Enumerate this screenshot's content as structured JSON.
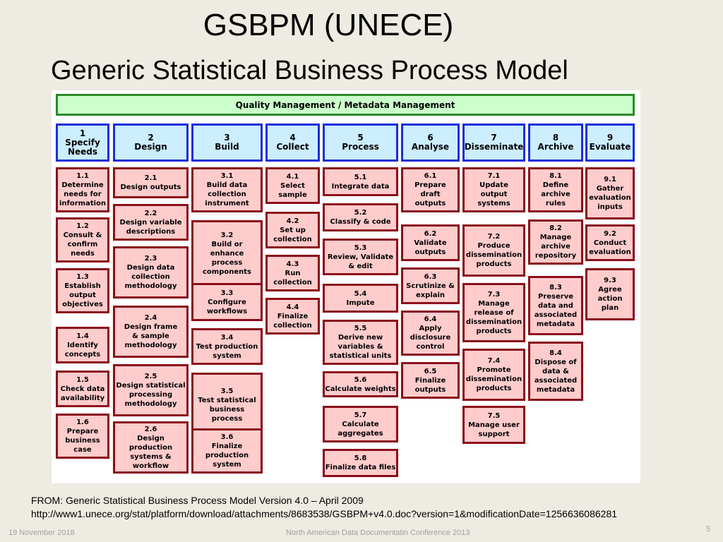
{
  "slide": {
    "title": "GSBPM  (UNECE)",
    "subtitle": "Generic Statistical Business Process Model",
    "source_line1": "FROM: Generic Statistical Business Process Model  Version 4.0 – April 2009",
    "source_line2": "http://www1.unece.org/stat/platform/download/attachments/8683538/GSBPM+v4.0.doc?version=1&modificationDate=1256636086281",
    "footer_date": "19 November 2018",
    "footer_conference": "North American Data Documentatin Conference 2013",
    "page_number": "5"
  },
  "diagram": {
    "overarching": "Quality Management / Metadata Management",
    "colors": {
      "overarching_fill": "#ccffcc",
      "overarching_border": "#2a8a2a",
      "phase_fill": "#cceeff",
      "phase_border": "#1a2edc",
      "sub_fill": "#ffcccc",
      "sub_border": "#8b0d1a"
    },
    "phases": [
      {
        "lines": [
          "1",
          "Specify",
          "Needs"
        ],
        "subs": [
          [
            "1.1",
            "Determine",
            "needs for",
            "information"
          ],
          [
            "1.2",
            "Consult &",
            "confirm",
            "needs"
          ],
          [
            "1.3",
            "Establish",
            "output",
            "objectives"
          ],
          [
            "1.4",
            "Identify",
            "concepts"
          ],
          [
            "1.5",
            "Check data",
            "availability"
          ],
          [
            "1.6",
            "Prepare",
            "business",
            "case"
          ]
        ]
      },
      {
        "lines": [
          "2",
          "Design"
        ],
        "subs": [
          [
            "2.1",
            "Design outputs"
          ],
          [
            "2.2",
            "Design variable",
            "descriptions"
          ],
          [
            "2.3",
            "Design data",
            "collection",
            "methodology"
          ],
          [
            "2.4",
            "Design frame",
            "& sample",
            "methodology"
          ],
          [
            "2.5",
            "Design statistical",
            "processing",
            "methodology"
          ],
          [
            "2.6",
            "Design",
            "production",
            "systems &",
            "workflow"
          ]
        ]
      },
      {
        "lines": [
          "3",
          "Build"
        ],
        "subs": [
          [
            "3.1",
            "Build data",
            "collection",
            "instrument"
          ],
          [
            "3.2",
            "Build or",
            "enhance",
            "process",
            "components"
          ],
          [
            "3.3",
            "Configure",
            "workflows"
          ],
          [
            "3.4",
            "Test production",
            "system"
          ],
          [
            "3.5",
            "Test statistical",
            "business",
            "process"
          ],
          [
            "3.6",
            "Finalize",
            "production",
            "system"
          ]
        ]
      },
      {
        "lines": [
          "4",
          "Collect"
        ],
        "subs": [
          [
            "4.1",
            "Select",
            "sample"
          ],
          [
            "4.2",
            "Set up",
            "collection"
          ],
          [
            "4.3",
            "Run",
            "collection"
          ],
          [
            "4.4",
            "Finalize",
            "collection"
          ]
        ]
      },
      {
        "lines": [
          "5",
          "Process"
        ],
        "subs": [
          [
            "5.1",
            "Integrate data"
          ],
          [
            "5.2",
            "Classify & code"
          ],
          [
            "5.3",
            "Review, Validate",
            "& edit"
          ],
          [
            "5.4",
            "Impute"
          ],
          [
            "5.5",
            "Derive new",
            "variables &",
            "statistical units"
          ],
          [
            "5.6",
            "Calculate weights"
          ],
          [
            "5.7",
            "Calculate",
            "aggregates"
          ],
          [
            "5.8",
            "Finalize data files"
          ]
        ]
      },
      {
        "lines": [
          "6",
          "Analyse"
        ],
        "subs": [
          [
            "6.1",
            "Prepare",
            "draft",
            "outputs"
          ],
          [
            "6.2",
            "Validate",
            "outputs"
          ],
          [
            "6.3",
            "Scrutinize &",
            "explain"
          ],
          [
            "6.4",
            "Apply",
            "disclosure",
            "control"
          ],
          [
            "6.5",
            "Finalize",
            "outputs"
          ]
        ]
      },
      {
        "lines": [
          "7",
          "Disseminate"
        ],
        "subs": [
          [
            "7.1",
            "Update",
            "output",
            "systems"
          ],
          [
            "7.2",
            "Produce",
            "dissemination",
            "products"
          ],
          [
            "7.3",
            "Manage",
            "release of",
            "dissemination",
            "products"
          ],
          [
            "7.4",
            "Promote",
            "dissemination",
            "products"
          ],
          [
            "7.5",
            "Manage user",
            "support"
          ]
        ]
      },
      {
        "lines": [
          "8",
          "Archive"
        ],
        "subs": [
          [
            "8.1",
            "Define",
            "archive",
            "rules"
          ],
          [
            "8.2",
            "Manage",
            "archive",
            "repository"
          ],
          [
            "8.3",
            "Preserve",
            "data and",
            "associated",
            "metadata"
          ],
          [
            "8.4",
            "Dispose of",
            "data &",
            "associated",
            "metadata"
          ]
        ]
      },
      {
        "lines": [
          "9",
          "Evaluate"
        ],
        "subs": [
          [
            "9.1",
            "Gather",
            "evaluation",
            "inputs"
          ],
          [
            "9.2",
            "Conduct",
            "evaluation"
          ],
          [
            "9.3",
            "Agree",
            "action",
            "plan"
          ]
        ]
      }
    ]
  }
}
